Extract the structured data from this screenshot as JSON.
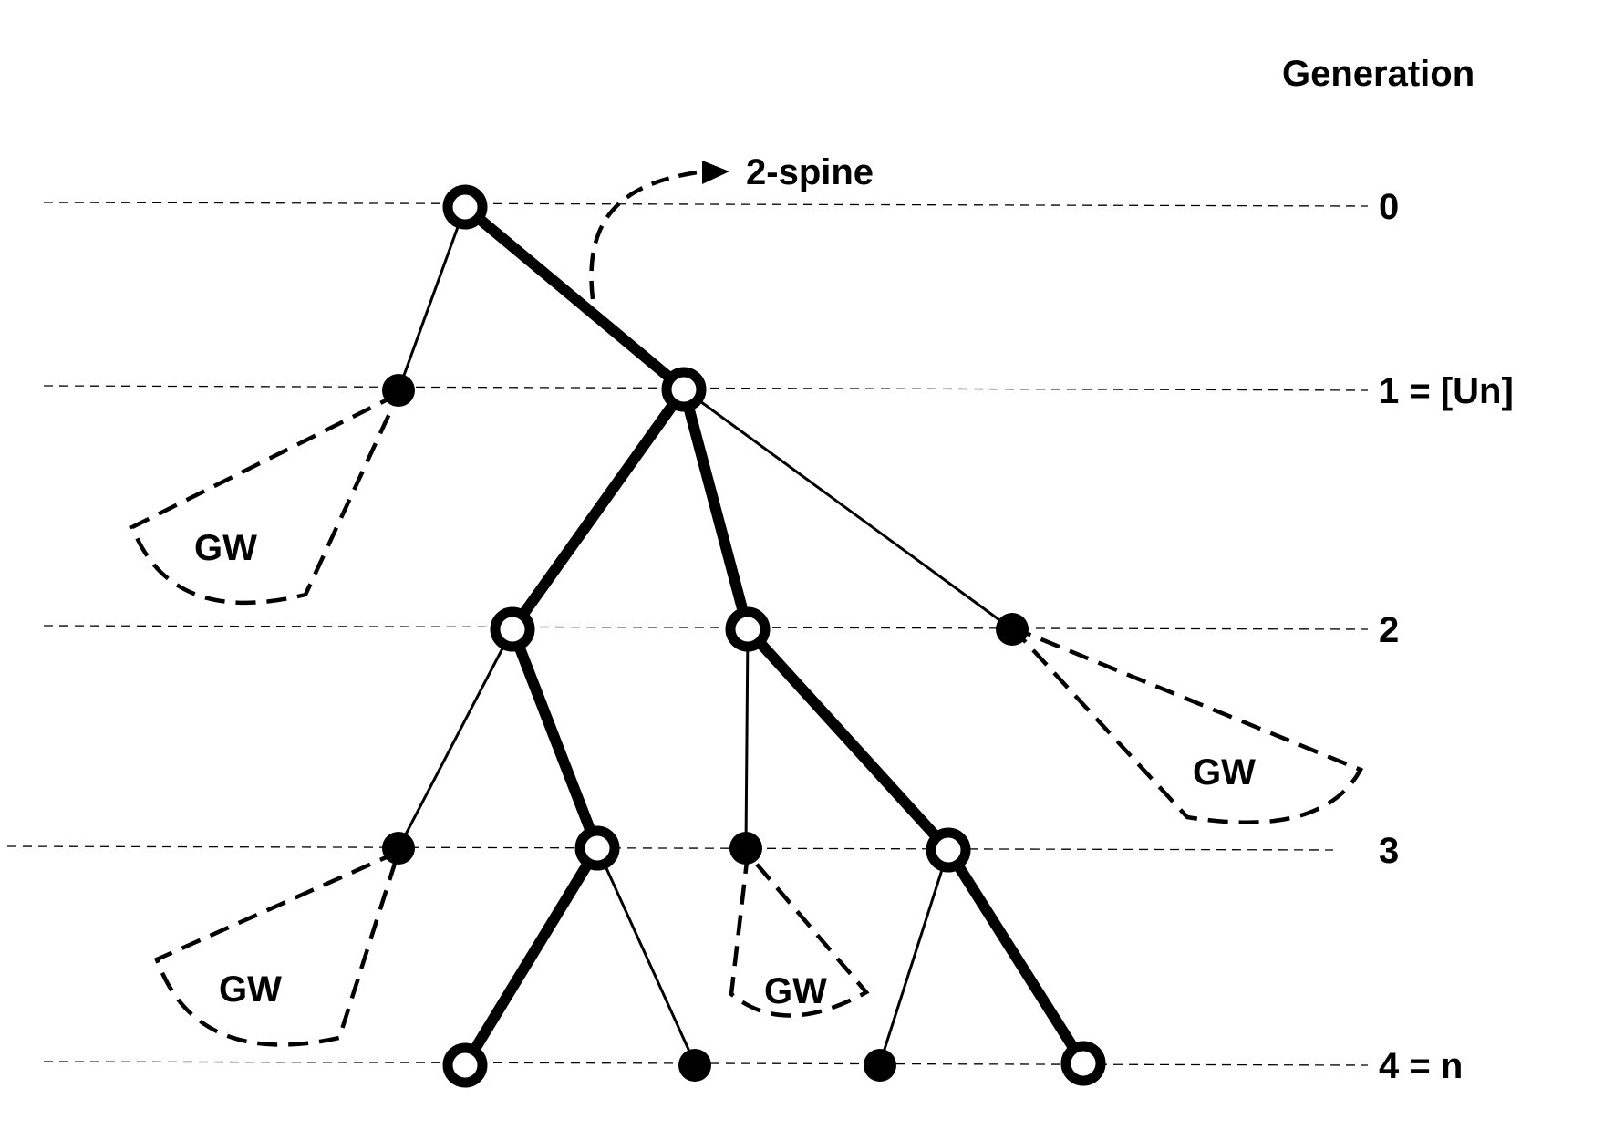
{
  "header": {
    "generation_title": "Generation"
  },
  "generations": [
    {
      "label": "0"
    },
    {
      "label": "1 = [Un]"
    },
    {
      "label": "2"
    },
    {
      "label": "3"
    },
    {
      "label": "4 = n"
    }
  ],
  "spine": {
    "label": "2-spine"
  },
  "subtrees": [
    {
      "label": "GW"
    },
    {
      "label": "GW"
    },
    {
      "label": "GW"
    },
    {
      "label": "GW"
    }
  ],
  "colors": {
    "ink": "#000000",
    "background": "#ffffff"
  }
}
